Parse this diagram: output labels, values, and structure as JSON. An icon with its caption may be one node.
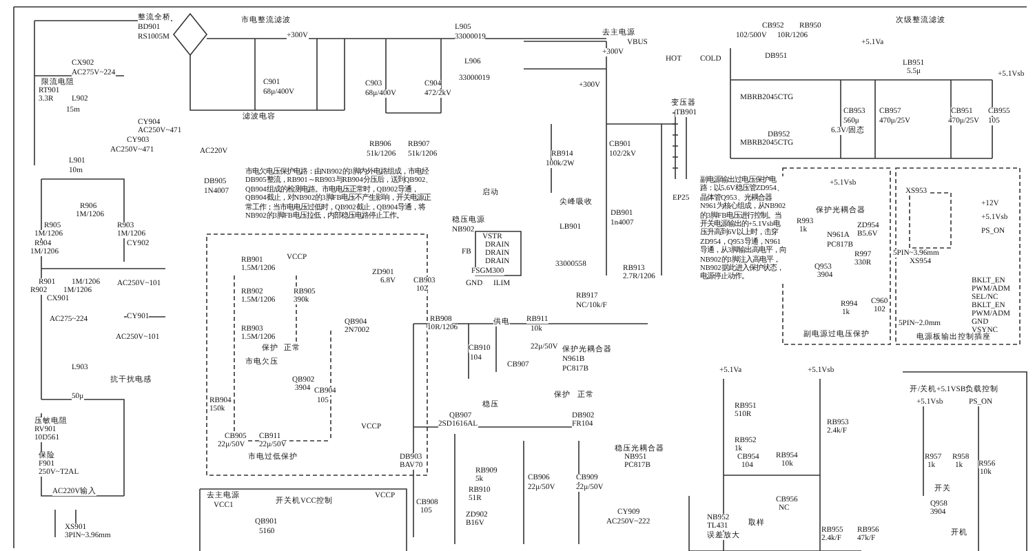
{
  "diagram": {
    "labels": [
      "整流全桥",
      "BD901",
      "RS1005M",
      "市电整流滤波",
      "+300V",
      "CX902",
      "AC275V~224",
      "限流电阻",
      "RT901",
      "3.3R",
      "L902",
      "15m",
      "C901",
      "68μ/400V",
      "滤波电容",
      "CY904",
      "AC250V~471",
      "CY903",
      "AC250V~471",
      "L901",
      "10m",
      "AC220V",
      "DB905",
      "1N4007",
      "R906",
      "1M/1206",
      "R905",
      "1M/1206",
      "R904",
      "1M/1206",
      "R903",
      "1M/1206",
      "CY902",
      "L905",
      "33000019",
      "C903",
      "68μ/400V",
      "C904",
      "472/2kV",
      "L906",
      "33000019",
      "去主电源",
      "VBUS",
      "+300V",
      "HOT",
      "+300V",
      "RB906",
      "51k/1206",
      "RB907",
      "51k/1206",
      "RB914",
      "100k/2W",
      "CB901",
      "102/2kV",
      "启动",
      "尖峰吸收",
      "DB901",
      "1n4007",
      "稳压电源",
      "NB902",
      "VSTR",
      "DRAIN",
      "DRAIN",
      "DRAIN",
      "FB",
      "FSGM300",
      "LB901",
      "33000558",
      "RB913",
      "2.7R/1206",
      "变压器",
      "TB901",
      "EP25",
      "COLD",
      "市电欠电压保护电路：由NB902的3脚内外电路组成，市电经DB905整流，RB901～RB903与RB904分压后，送到QB902、QB904组成的检测电路。市电电压正常时，QB902导通，QB904截止，对NB902的3脚FB电压不产生影响，开关电源正常工作；当市电电压过低时，QB902截止，QB904导通，将NB902的3脚FB电压拉低，内部稳压电路停止工作。",
      "次级整流滤波",
      "CB952",
      "102/500V",
      "RB950",
      "10R/1206",
      "DB951",
      "MBRB2045CTG",
      "DB952",
      "MBRB2045CTG",
      "+5.1Va",
      "LB951",
      "5.5μ",
      "+5.1Vsb",
      "CB953",
      "560μ",
      "6.3V/固态",
      "CB957",
      "470μ/25V",
      "CB951",
      "470μ/25V",
      "CB955",
      "105",
      "副电源输出过电压保护电路：以5.6V稳压管ZD954、晶体管Q953、光耦合器N961为核心组成，从NB902的3脚FB电压进行控制。当开关电源输出的+5.1Vsb电压升高到6V以上时，击穿ZD954，Q953导通，N961导通，从3脚输出高电平，向NB902的3脚注入高电平，NB902据此进入保护状态，电源停止动作。",
      "+5.1Vsb",
      "R993",
      "1k",
      "保护光耦合器",
      "N961A",
      "PC817B",
      "ZD954",
      "B5.6V",
      "R997",
      "330R",
      "Q953",
      "3904",
      "XS953",
      "+12V",
      "+5.1Vsb",
      "PS_ON",
      "5PIN~3.96mm",
      "XS954",
      "R901",
      "1M/1206",
      "R902",
      "1M/1206",
      "CX901",
      "AC275~224",
      "AC250V~101",
      "CY901",
      "AC250V~101",
      "L903",
      "50μ",
      "抗干扰电感",
      "压敏电阻",
      "RV901",
      "10D561",
      "保险",
      "F901",
      "250V~T2AL",
      "AC220V输入",
      "XS901",
      "3PIN~3.96mm",
      "VCCP",
      "RB901",
      "1.5M/1206",
      "RB902",
      "1.5M/1206",
      "RB903",
      "1.5M/1206",
      "保护",
      "正常",
      "市电欠压",
      "RB904",
      "150k",
      "CB905",
      "22μ/50V",
      "CB911",
      "22μ/50V",
      "市电过低保护",
      "RB905",
      "390k",
      "QB902",
      "3904",
      "CB904",
      "105",
      "QB904",
      "2N7002",
      "ZD901",
      "6.8V",
      "CB903",
      "102",
      "GND",
      "ILIM",
      "去主电源",
      "VCC1",
      "开关机VCC控制",
      "QB901",
      "5160",
      "RB917",
      "NC/10k/F",
      "RB908",
      "10R/1206",
      "供电",
      "RB911",
      "10k",
      "CB910",
      "104",
      "22μ/50V",
      "CB907",
      "保护光耦合器",
      "N961B",
      "PC817B",
      "保护",
      "正常",
      "稳压",
      "QB907",
      "2SD1616AL",
      "DB902",
      "FR104",
      "VCCP",
      "DB903",
      "BAV70",
      "RB909",
      "5k",
      "RB910",
      "51R",
      "CB908",
      "105",
      "VCCP",
      "ZD902",
      "B16V",
      "CB906",
      "22μ/50V",
      "CB909",
      "22μ/50V",
      "稳压光耦合器",
      "NB951",
      "PC817B",
      "CY909",
      "AC250V~222",
      "R994",
      "1k",
      "C960",
      "102",
      "副电源过电压保护",
      "BKLT_EN",
      "PWM/ADM",
      "SEL/NC",
      "BKLT_EN",
      "PWM/ADM",
      "GND",
      "VSYNC",
      "5PIN~2.0mm",
      "电源板输出控制插座",
      "+5.1Va",
      "RB951",
      "510R",
      "RB952",
      "1k",
      "CB954",
      "104",
      "RB954",
      "10k",
      "+5.1Vsb",
      "RB953",
      "2.4k/F",
      "CB956",
      "NC",
      "NB952",
      "TL431",
      "误差放大",
      "取样",
      "RB955",
      "2.4k/F",
      "RB956",
      "47k/F",
      "开/关机+5.1VSB负载控制",
      "+5.1Vsb",
      "PS_ON",
      "R957",
      "1k",
      "R958",
      "1k",
      "R956",
      "10k",
      "开关",
      "Q958",
      "3904",
      "开机"
    ]
  }
}
